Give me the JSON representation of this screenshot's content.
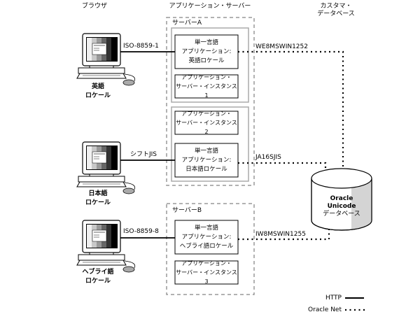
{
  "columns": {
    "browser": "ブラウザ",
    "app_server": "アプリケーション・サーバー",
    "customer_db_line1": "カスタマ・",
    "customer_db_line2": "データベース"
  },
  "clients": [
    {
      "name_line1": "英語",
      "name_line2": "ロケール",
      "charset": "ISO-8859-1"
    },
    {
      "name_line1": "日本語",
      "name_line2": "ロケール",
      "charset": "シフトJIS"
    },
    {
      "name_line1": "ヘブライ語",
      "name_line2": "ロケール",
      "charset": "ISO-8859-8"
    }
  ],
  "servers": [
    {
      "label": "サーバーA"
    },
    {
      "label": "サーバーB"
    }
  ],
  "apps": [
    {
      "line1": "単一言語",
      "line2": "アプリケーション:",
      "line3": "英語ロケール",
      "db_charset": "WE8MSWIN1252"
    },
    {
      "line1": "単一言語",
      "line2": "アプリケーション:",
      "line3": "日本語ロケール",
      "db_charset": "JA16SJIS"
    },
    {
      "line1": "単一言語",
      "line2": "アプリケーション:",
      "line3": "ヘブライ語ロケール",
      "db_charset": "IW8MSWIN1255"
    }
  ],
  "instances": [
    {
      "line1": "アプリケーション・",
      "line2": "サーバー・インスタンス1"
    },
    {
      "line1": "アプリケーション・",
      "line2": "サーバー・インスタンス2"
    },
    {
      "line1": "アプリケーション・",
      "line2": "サーバー・インスタンス3"
    }
  ],
  "database": {
    "line1": "Oracle",
    "line2": "Unicode",
    "line3": "データベース"
  },
  "legend": [
    {
      "label": "HTTP",
      "style": "solid"
    },
    {
      "label": "Oracle Net",
      "style": "dotted"
    }
  ]
}
